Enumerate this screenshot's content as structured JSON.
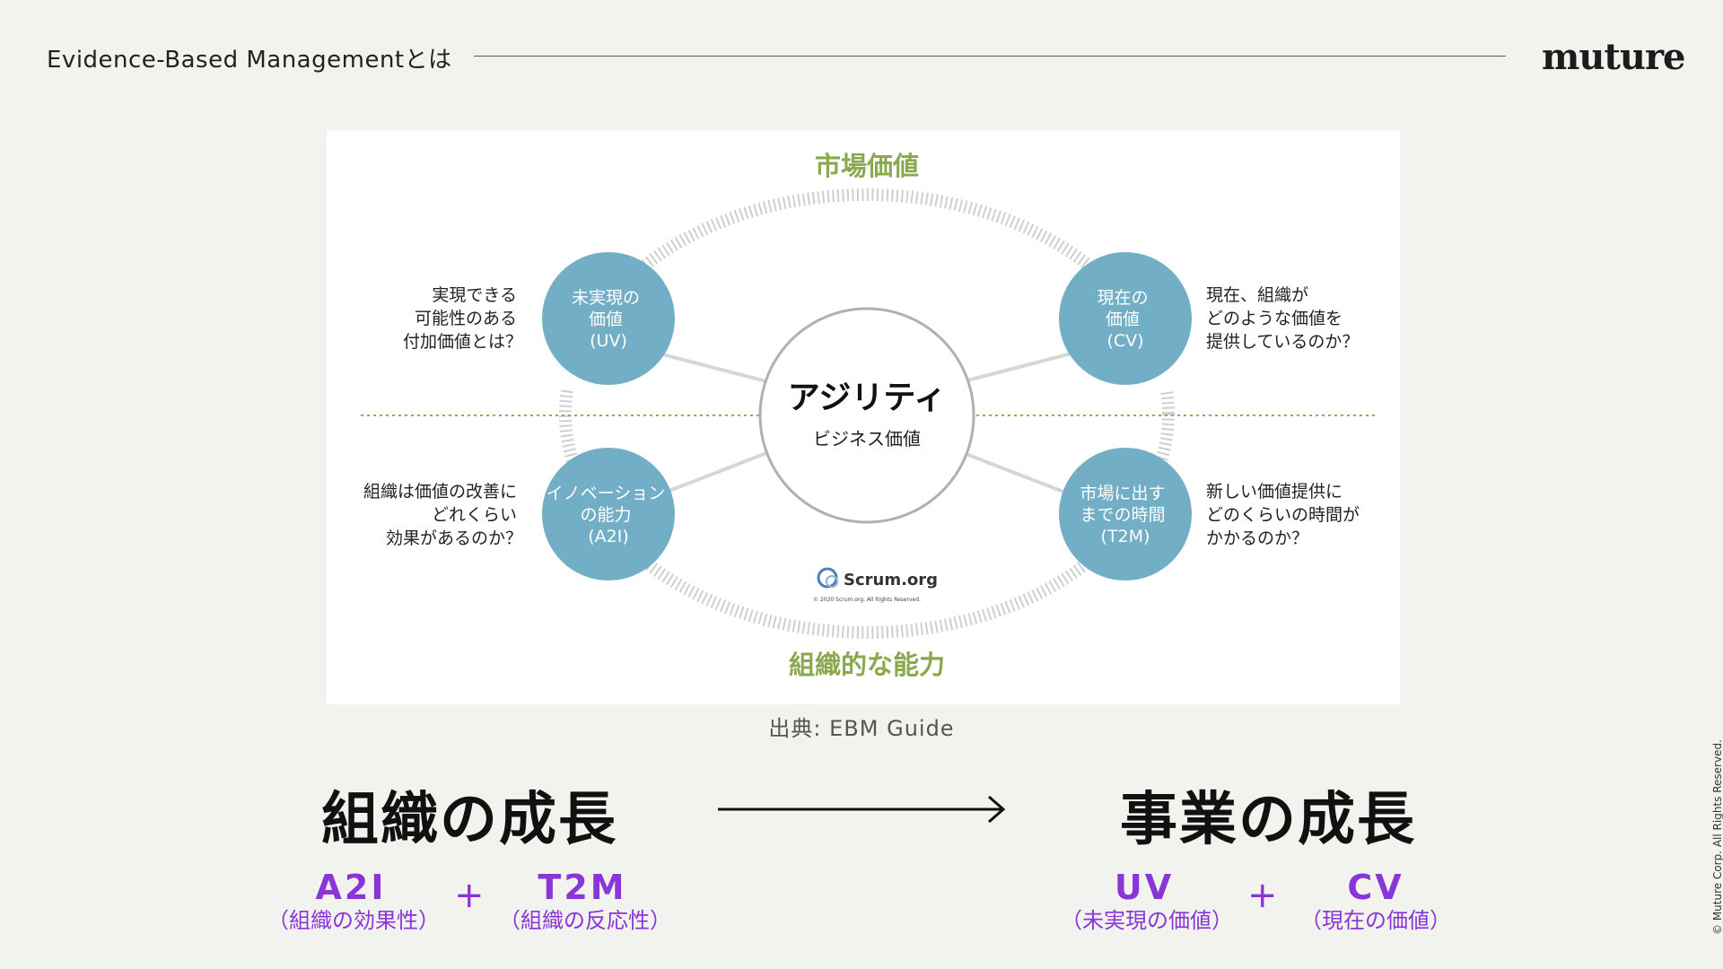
{
  "header": {
    "title": "Evidence-Based Managementとは",
    "logo": "muture"
  },
  "diagram": {
    "top_label": "市場価値",
    "bottom_label": "組織的な能力",
    "center_title": "アジリティ",
    "center_subtitle": "ビジネス価値",
    "circles": [
      {
        "id": "uv",
        "lines": [
          "未実現の",
          "価値",
          "(UV)"
        ],
        "question": [
          "実現できる",
          "可能性のある",
          "付加価値とは？"
        ]
      },
      {
        "id": "cv",
        "lines": [
          "現在の",
          "価値",
          "(CV)"
        ],
        "question": [
          "現在、組織が",
          "どのような価値を",
          "提供しているのか？"
        ]
      },
      {
        "id": "a2i",
        "lines": [
          "イノベーション",
          "の能力",
          "(A2I)"
        ],
        "question": [
          "組織は価値の改善に",
          "どれくらい",
          "効果があるのか？"
        ]
      },
      {
        "id": "t2m",
        "lines": [
          "市場に出す",
          "までの時間",
          "(T2M)"
        ],
        "question": [
          "新しい価値提供に",
          "どのくらいの時間が",
          "かかるのか？"
        ]
      }
    ],
    "scrum_logo": "Scrum.org",
    "scrum_copyright": "© 2020 Scrum.org. All Rights Reserved.",
    "colors": {
      "circle": "#72aec5",
      "label_green": "#8aa84e",
      "dotted_line": "#9aa84e"
    }
  },
  "source": "出典: EBM Guide",
  "growth": {
    "left": "組織の成長",
    "right": "事業の成長"
  },
  "metrics": {
    "a2i": {
      "code": "A2I",
      "sub": "（組織の効果性）"
    },
    "t2m": {
      "code": "T2M",
      "sub": "（組織の反応性）"
    },
    "uv": {
      "code": "UV",
      "sub": "（未実現の価値）"
    },
    "cv": {
      "code": "CV",
      "sub": "（現在の価値）"
    },
    "plus": "+"
  },
  "copyright": "© Muture Corp. All Rights Reserved.",
  "accent_color": "#8a35d8"
}
